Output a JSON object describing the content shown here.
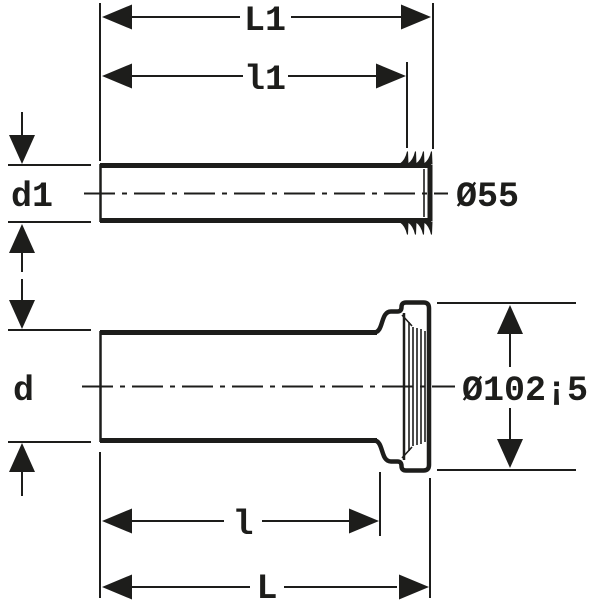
{
  "drawing": {
    "kind": "pipe-fitting-dimension-drawing",
    "background_color": "#ffffff",
    "line_color": "#1d1d1b",
    "labels": {
      "length_total_top": "L1",
      "length_inner_top": "l1",
      "diameter_small_left": "d1",
      "diameter_small_value": "Ø55",
      "diameter_large_left": "d",
      "diameter_large_value": "Ø102¡5",
      "length_inner_bottom": "l",
      "length_total_bottom": "L"
    }
  }
}
